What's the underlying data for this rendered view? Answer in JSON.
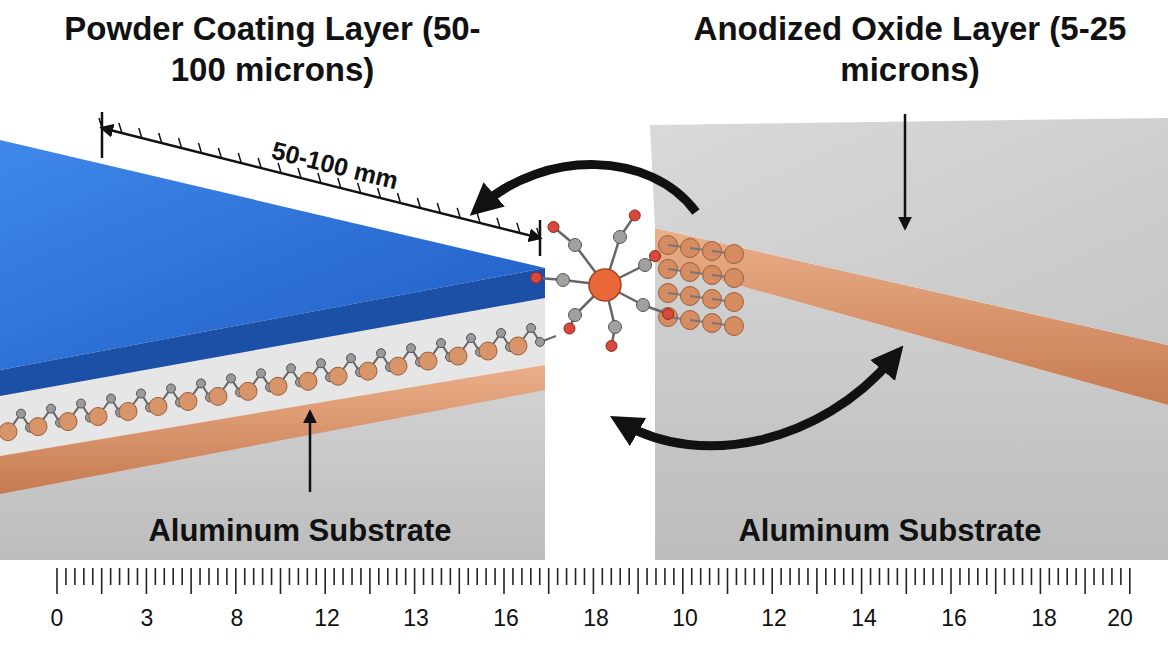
{
  "diagram": {
    "labels": [
      "Powder Coating Layer (50-100 microns)",
      "Anodized Oxide Layer (5-25 microns)",
      "50-100 mm",
      "Aluminum Substrate",
      "Aluminum Substrate",
      "0",
      "3",
      "8",
      "12",
      "13",
      "16",
      "18",
      "10",
      "12",
      "14",
      "16",
      "18",
      "20"
    ]
  }
}
